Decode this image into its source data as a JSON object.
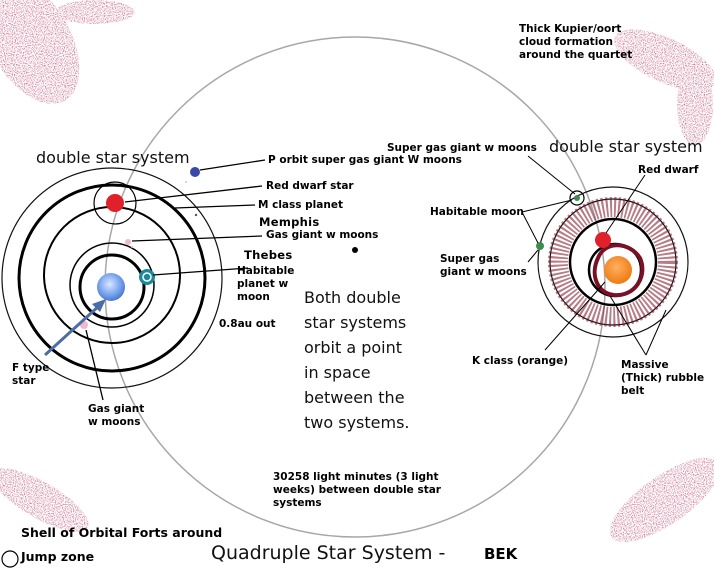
{
  "diagram": {
    "title": "Quadruple Star System -",
    "code": "BEK",
    "left_system": {
      "header": "double star system",
      "p_orbit": "P orbit super gas giant W moons",
      "red_dwarf": "Red dwarf star",
      "m_class": "M class planet",
      "memphis": "Memphis",
      "gas_giant_upper": "Gas giant w moons",
      "thebes": "Thebes",
      "habitable_planet": "Habitable\nplanet w\nmoon",
      "distance": "0.8au out",
      "f_star": "F type\nstar",
      "gas_giant_lower": "Gas giant\nw moons"
    },
    "right_system": {
      "header": "double star system",
      "super_gas_giant_top": "Super gas giant w moons",
      "red_dwarf": "Red dwarf",
      "habitable_moon": "Habitable moon",
      "super_gas_giant_left": "Super gas\ngiant w moons",
      "k_class": "K class (orange)",
      "rubble_belt": "Massive\n(Thick) rubble\nbelt"
    },
    "cloud_note": "Thick Kupier/oort\ncloud formation\naround the quartet",
    "center_note": "Both double\nstar systems\norbit a point\nin space\nbetween the\ntwo systems.",
    "separation_note": "30258 light minutes (3 light\nweeks) between double star\nsystems",
    "shell_note": "Shell of Orbital Forts around",
    "jump_note": "Jump zone",
    "colors": {
      "f_star": "#7da7ef",
      "red_dwarf": "#e0202a",
      "k_star": "#f7861e",
      "rubble": "#7a1025",
      "habitable": "#1a8a9a",
      "p_orbit_planet": "#3a48a8",
      "gas_giant_pink": "#f3b7cb",
      "super_gas_green": "#3d8c4d",
      "arrow": "#4b6ea6"
    }
  }
}
